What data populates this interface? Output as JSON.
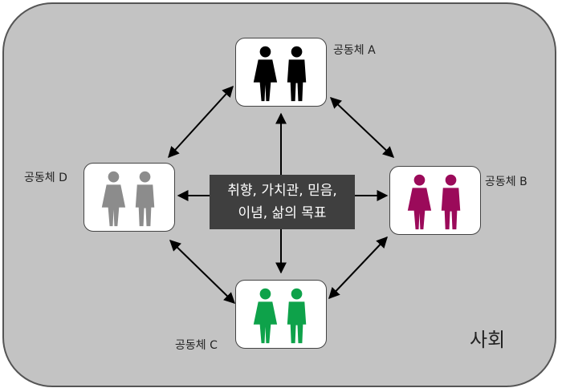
{
  "society_label": "사회",
  "center": {
    "line1": "취향, 가치관, 믿음,",
    "line2": "이념, 삶의 목표"
  },
  "communities": [
    {
      "label": "공동체 A",
      "color": "#000000",
      "icon": "woman-man-icon"
    },
    {
      "label": "공동체 B",
      "color": "#9b0a5a",
      "icon": "woman-man-icon"
    },
    {
      "label": "공동체 C",
      "color": "#0ea24a",
      "icon": "woman-man-icon"
    },
    {
      "label": "공동체 D",
      "color": "#8c8c8c",
      "icon": "woman-man-icon"
    }
  ]
}
